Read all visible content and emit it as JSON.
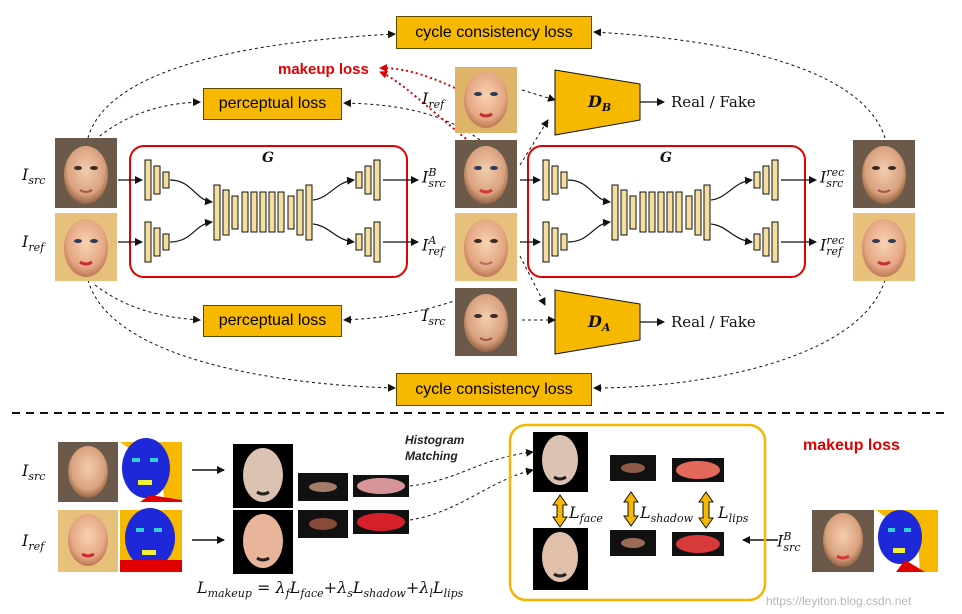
{
  "colors": {
    "accent_red": "#e00000",
    "loss_box": "#f7b800",
    "frame_gold": "#f2b500",
    "net_block": "#f5dfa0"
  },
  "top": {
    "cycle_loss_top": "cycle consistency loss",
    "cycle_loss_bottom": "cycle consistency loss",
    "perceptual_loss_top": "perceptual loss",
    "perceptual_loss_bottom": "perceptual loss",
    "makeup_loss": "makeup loss",
    "generator_left": "G",
    "generator_right": "G",
    "disc_b": {
      "main": "D",
      "sub": "B"
    },
    "disc_a": {
      "main": "D",
      "sub": "A"
    },
    "real_fake_b": "Real / Fake",
    "real_fake_a": "Real / Fake",
    "label_isrc": {
      "main": "I",
      "sub": "src"
    },
    "label_iref": {
      "main": "I",
      "sub": "ref"
    },
    "label_out_b": {
      "main": "I",
      "sup": "B",
      "sub": "src"
    },
    "label_out_a": {
      "main": "I",
      "sup": "A",
      "sub": "ref"
    },
    "label_iref_d": {
      "main": "I",
      "sub": "ref"
    },
    "label_isrc_d": {
      "main": "I",
      "sub": "src"
    },
    "label_rec_src": {
      "main": "I",
      "sup": "rec",
      "sub": "src"
    },
    "label_rec_ref": {
      "main": "I",
      "sup": "rec",
      "sub": "ref"
    }
  },
  "bottom": {
    "label_isrc": {
      "main": "I",
      "sub": "src"
    },
    "label_iref": {
      "main": "I",
      "sub": "ref"
    },
    "histogram_line1": "Histogram",
    "histogram_line2": "Matching",
    "makeup_loss_title": "makeup loss",
    "l_face": {
      "main": "L",
      "sub": "face"
    },
    "l_shadow": {
      "main": "L",
      "sub": "shadow"
    },
    "l_lips": {
      "main": "L",
      "sub": "lips"
    },
    "label_out_b": {
      "main": "I",
      "sup": "B",
      "sub": "src"
    },
    "formula": {
      "lhs_main": "L",
      "lhs_sub": "makeup",
      "eq": " = ",
      "t1_coef": "λ",
      "t1_coef_sub": "f",
      "t1_main": "L",
      "t1_sub": "face",
      "plus": "+",
      "t2_coef": "λ",
      "t2_coef_sub": "s",
      "t2_main": "L",
      "t2_sub": "shadow",
      "t3_coef": "λ",
      "t3_coef_sub": "l",
      "t3_main": "L",
      "t3_sub": "lips"
    }
  },
  "watermark": "https://leyiton.blog.csdn.net"
}
